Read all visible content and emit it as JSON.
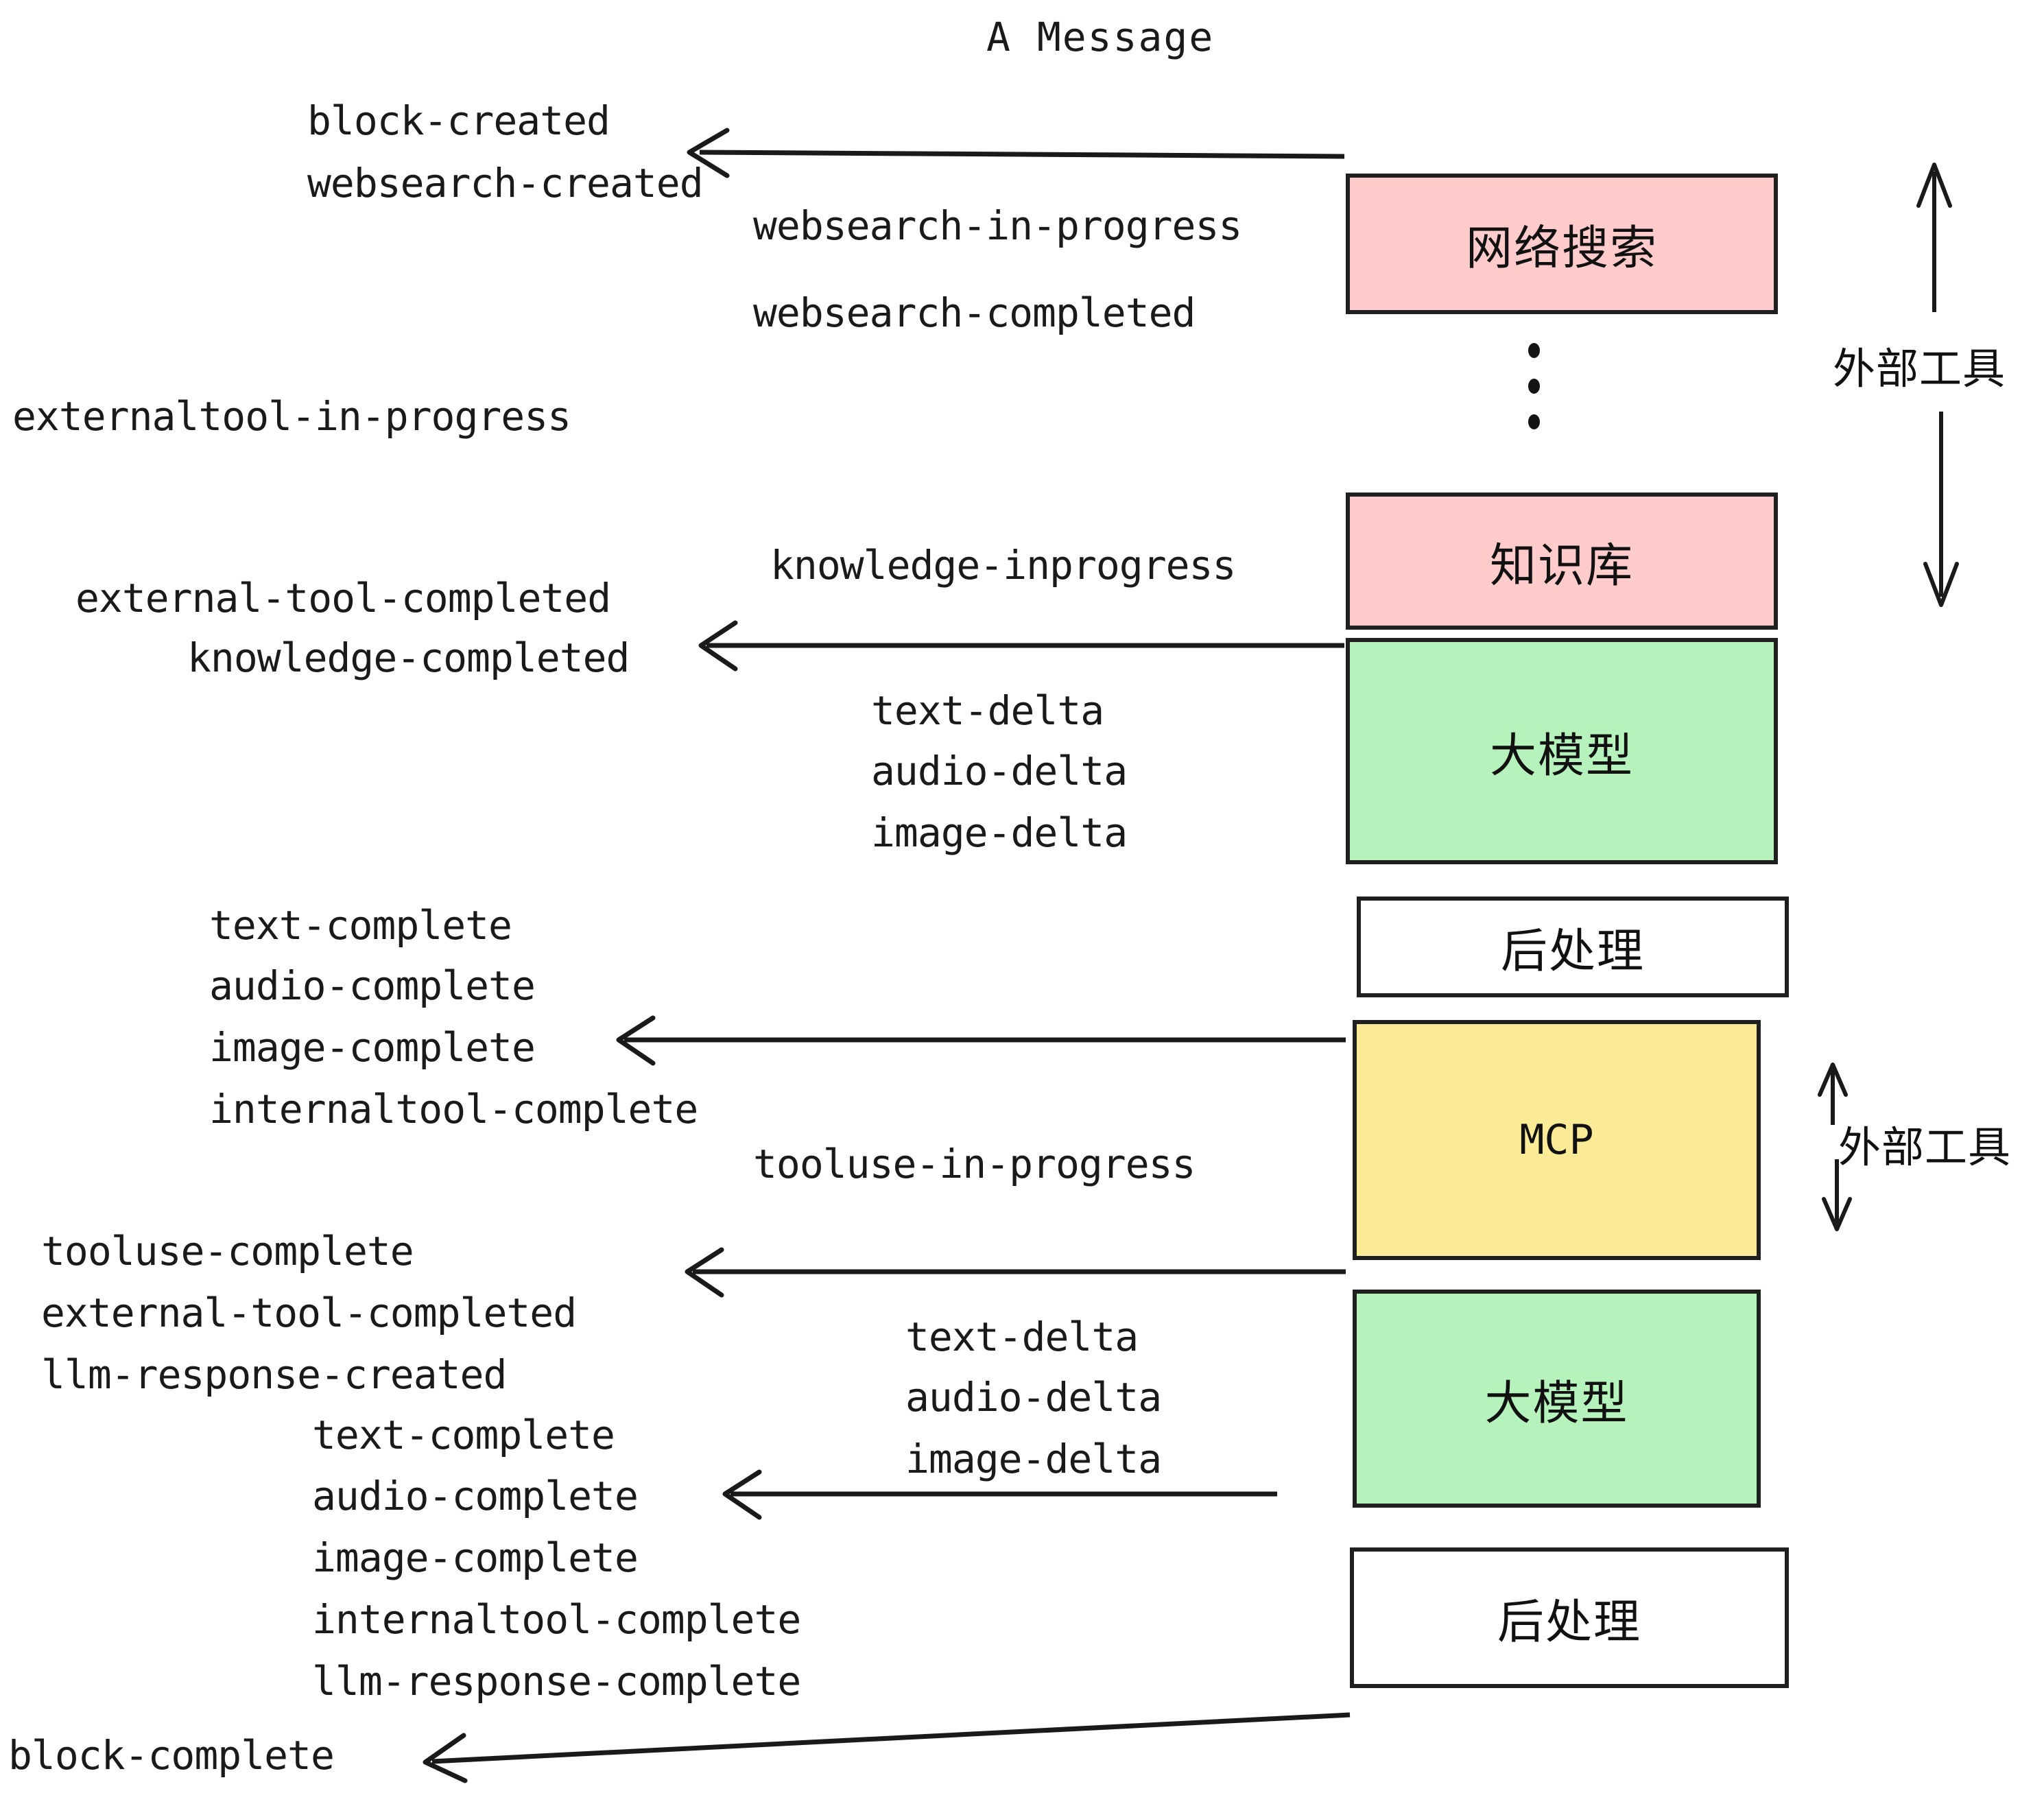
{
  "diagram": {
    "title": "A Message",
    "colors": {
      "pink": "#ffcbcb",
      "green": "#b5f2bc",
      "yellow": "#fceb96",
      "white": "#ffffff",
      "stroke": "#1f1f1f",
      "text": "#1a1a1a"
    },
    "boxes": [
      {
        "id": "websearch",
        "label": "网络搜索",
        "fill": "pink"
      },
      {
        "id": "knowledgebase",
        "label": "知识库",
        "fill": "pink"
      },
      {
        "id": "llm-1",
        "label": "大模型",
        "fill": "green"
      },
      {
        "id": "postprocess-1",
        "label": "后处理",
        "fill": "white"
      },
      {
        "id": "mcp",
        "label": "MCP",
        "fill": "yellow"
      },
      {
        "id": "llm-2",
        "label": "大模型",
        "fill": "green"
      },
      {
        "id": "postprocess-2",
        "label": "后处理",
        "fill": "white"
      }
    ],
    "side_labels": [
      {
        "id": "external-tool-top",
        "label": "外部工具"
      },
      {
        "id": "external-tool-bottom",
        "label": "外部工具"
      }
    ],
    "events": {
      "block_created": "block-created",
      "websearch_created": "websearch-created",
      "websearch_in_progress": "websearch-in-progress",
      "websearch_completed": "websearch-completed",
      "externaltool_in_progress": "externaltool-in-progress",
      "knowledge_inprogress": "knowledge-inprogress",
      "external_tool_completed_1": "external-tool-completed",
      "knowledge_completed": "knowledge-completed",
      "text_delta_1": "text-delta",
      "audio_delta_1": "audio-delta",
      "image_delta_1": "image-delta",
      "text_complete_1": "text-complete",
      "audio_complete_1": "audio-complete",
      "image_complete_1": "image-complete",
      "internaltool_complete_1": "internaltool-complete",
      "tooluse_in_progress": "tooluse-in-progress",
      "tooluse_complete": "tooluse-complete",
      "external_tool_completed_2": "external-tool-completed",
      "llm_response_created": "llm-response-created",
      "text_delta_2": "text-delta",
      "audio_delta_2": "audio-delta",
      "image_delta_2": "image-delta",
      "text_complete_2": "text-complete",
      "audio_complete_2": "audio-complete",
      "image_complete_2": "image-complete",
      "internaltool_complete_2": "internaltool-complete",
      "llm_response_complete": "llm-response-complete",
      "block_complete": "block-complete"
    }
  }
}
